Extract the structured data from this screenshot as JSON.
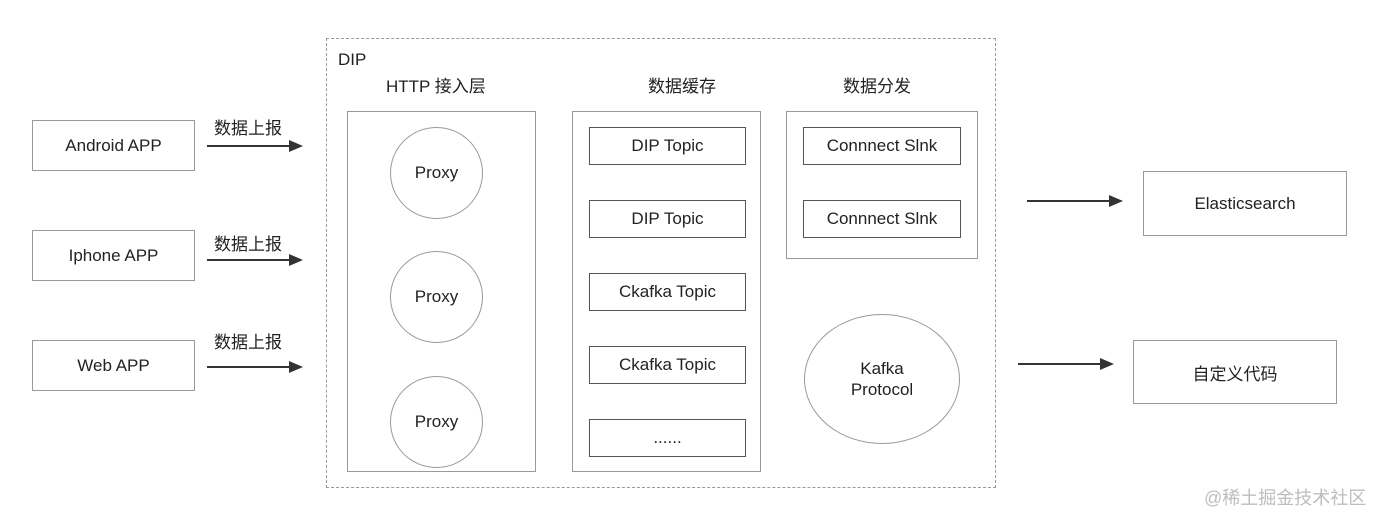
{
  "sources": [
    {
      "label": "Android APP",
      "edge": "数据上报"
    },
    {
      "label": "Iphone APP",
      "edge": "数据上报"
    },
    {
      "label": "Web APP",
      "edge": "数据上报"
    }
  ],
  "dip": {
    "title": "DIP",
    "http_layer": {
      "title": "HTTP 接入层",
      "proxies": [
        "Proxy",
        "Proxy",
        "Proxy"
      ]
    },
    "cache": {
      "title": "数据缓存",
      "topics": [
        "DIP Topic",
        "DIP Topic",
        "Ckafka Topic",
        "Ckafka Topic",
        "......"
      ]
    },
    "dispatch": {
      "title": "数据分发",
      "sinks": [
        "Connnect Slnk",
        "Connnect Slnk"
      ],
      "protocol_line1": "Kafka",
      "protocol_line2": "Protocol"
    }
  },
  "targets": [
    "Elasticsearch",
    "自定义代码"
  ],
  "watermark": "@稀土掘金技术社区"
}
